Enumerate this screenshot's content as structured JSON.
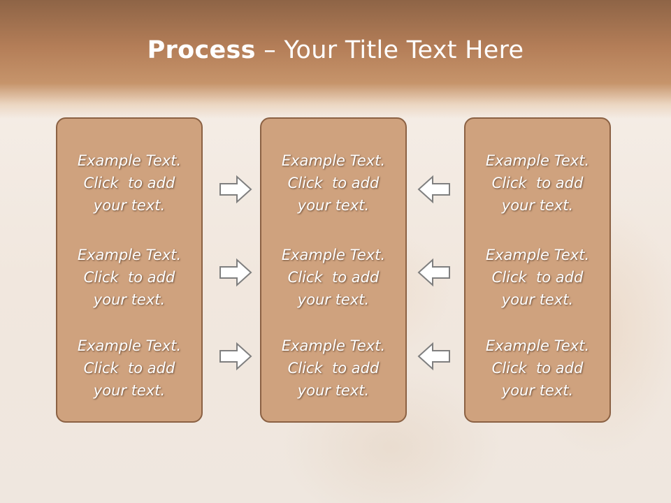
{
  "title": {
    "bold": "Process",
    "rest": " – Your Title Text Here"
  },
  "columns": [
    {
      "items": [
        {
          "line1": "Example Text.",
          "line2": "Click  to add",
          "line3": "your text."
        },
        {
          "line1": "Example Text.",
          "line2": "Click  to add",
          "line3": "your text."
        },
        {
          "line1": "Example Text.",
          "line2": "Click  to add",
          "line3": "your text."
        }
      ]
    },
    {
      "items": [
        {
          "line1": "Example Text.",
          "line2": "Click  to add",
          "line3": "your text."
        },
        {
          "line1": "Example Text.",
          "line2": "Click  to add",
          "line3": "your text."
        },
        {
          "line1": "Example Text.",
          "line2": "Click  to add",
          "line3": "your text."
        }
      ]
    },
    {
      "items": [
        {
          "line1": "Example Text.",
          "line2": "Click  to add",
          "line3": "your text."
        },
        {
          "line1": "Example Text.",
          "line2": "Click  to add",
          "line3": "your text."
        },
        {
          "line1": "Example Text.",
          "line2": "Click  to add",
          "line3": "your text."
        }
      ]
    }
  ],
  "arrows": [
    {
      "icon": "arrow-right-icon"
    },
    {
      "icon": "arrow-right-icon"
    },
    {
      "icon": "arrow-right-icon"
    },
    {
      "icon": "arrow-left-icon"
    },
    {
      "icon": "arrow-left-icon"
    },
    {
      "icon": "arrow-left-icon"
    }
  ],
  "colors": {
    "box_fill": "#cfa27e",
    "box_border": "#8b6143",
    "header": "#b47e58",
    "arrow_stroke": "#7f7f7f"
  }
}
